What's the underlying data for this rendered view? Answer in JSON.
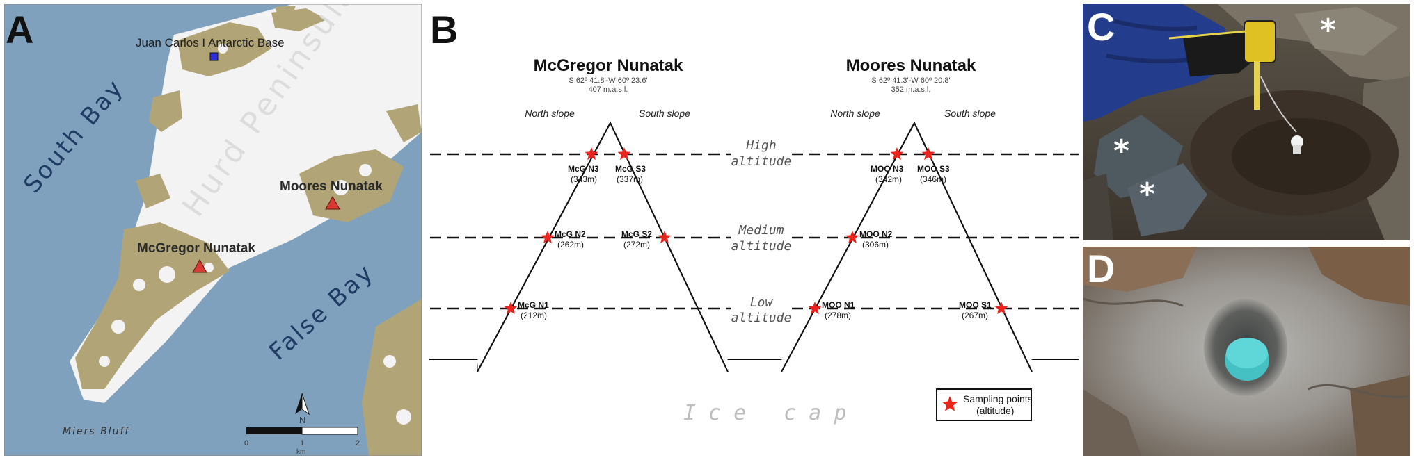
{
  "panels": {
    "a": "A",
    "b": "B",
    "c": "C",
    "d": "D"
  },
  "map": {
    "south_bay": "South Bay",
    "false_bay": "False Bay",
    "hurd_peninsula": "Hurd Peninsula",
    "base_label": "Juan Carlos I Antarctic Base",
    "moores_label": "Moores Nunatak",
    "mcgregor_label": "McGregor Nunatak",
    "miers_bluff": "Miers Bluff",
    "north_letter": "N",
    "scale_ticks": [
      "0",
      "1",
      "2"
    ],
    "scale_unit": "km",
    "colors": {
      "water": "#7fa1bd",
      "ice": "#f4f4f4",
      "rock": "#b1a577",
      "base_marker": "#2f2fd9",
      "site_marker": "#d83a32"
    }
  },
  "diagram": {
    "mcgregor": {
      "title": "McGregor Nunatak",
      "coords": "S 62º 41.8'-W 60º 23.6'",
      "elevation": "407 m.a.s.l.",
      "north_slope": "North slope",
      "south_slope": "South slope",
      "points": [
        {
          "code": "McG N3",
          "alt": "(343m)"
        },
        {
          "code": "McG S3",
          "alt": "(337m)"
        },
        {
          "code": "McG N2",
          "alt": "(262m)"
        },
        {
          "code": "McG S2",
          "alt": "(272m)"
        },
        {
          "code": "McG N1",
          "alt": "(212m)"
        }
      ]
    },
    "moores": {
      "title": "Moores Nunatak",
      "coords": "S 62º 41.3'-W 60º 20.8'",
      "elevation": "352 m.a.s.l.",
      "north_slope": "North slope",
      "south_slope": "South slope",
      "points": [
        {
          "code": "MOO N3",
          "alt": "(342m)"
        },
        {
          "code": "MOO S3",
          "alt": "(346m)"
        },
        {
          "code": "MOO N2",
          "alt": "(306m)"
        },
        {
          "code": "MOO N1",
          "alt": "(278m)"
        },
        {
          "code": "MOO S1",
          "alt": "(267m)"
        }
      ]
    },
    "zones": {
      "high_1": "High",
      "high_2": "altitude",
      "medium_1": "Medium",
      "medium_2": "altitude",
      "low_1": "Low",
      "low_2": "altitude"
    },
    "ice_cap": "Ice cap",
    "legend_1": "Sampling points",
    "legend_2": "(altitude)",
    "star_color": "#e8241c"
  },
  "photos": {
    "c_marks": [
      "*",
      "*",
      "*"
    ]
  }
}
